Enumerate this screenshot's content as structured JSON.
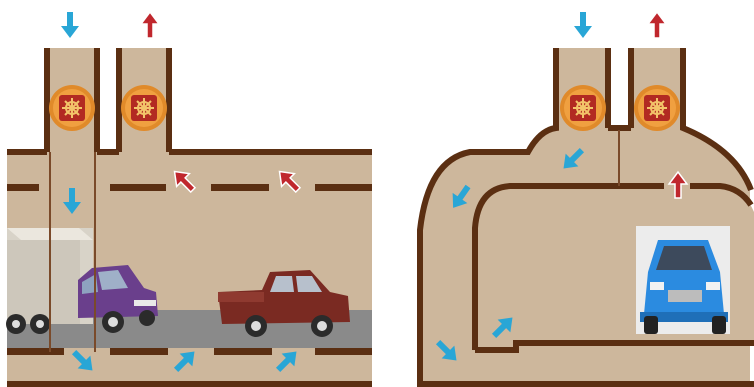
{
  "colors": {
    "wall": "#5b2f12",
    "duct_fill": "#cdb79c",
    "road": "#8a8a8a",
    "road_light": "#9c9c9c",
    "supply_arrow": "#29a6d6",
    "exhaust_arrow": "#c0272d",
    "fan_ring": "#e08a2a",
    "fan_body": "#b22a22",
    "truck": "#d8d3c8",
    "car_purple": "#6a3f8c",
    "car_red": "#7a2a22",
    "car_blue": "#2b8be0",
    "inset_bg": "#ececec"
  },
  "diagrams": [
    {
      "name": "transverse-ventilation",
      "fans": [
        {
          "function": "supply",
          "icon": "fan-icon"
        },
        {
          "function": "exhaust",
          "icon": "fan-icon"
        }
      ],
      "vehicles": [
        "truck",
        "purple-car",
        "red-pickup"
      ]
    },
    {
      "name": "tunnel-cross-section",
      "fans": [
        {
          "function": "supply",
          "icon": "fan-icon"
        },
        {
          "function": "exhaust",
          "icon": "fan-icon"
        }
      ],
      "vehicles": [
        "blue-car-front-view"
      ]
    }
  ]
}
